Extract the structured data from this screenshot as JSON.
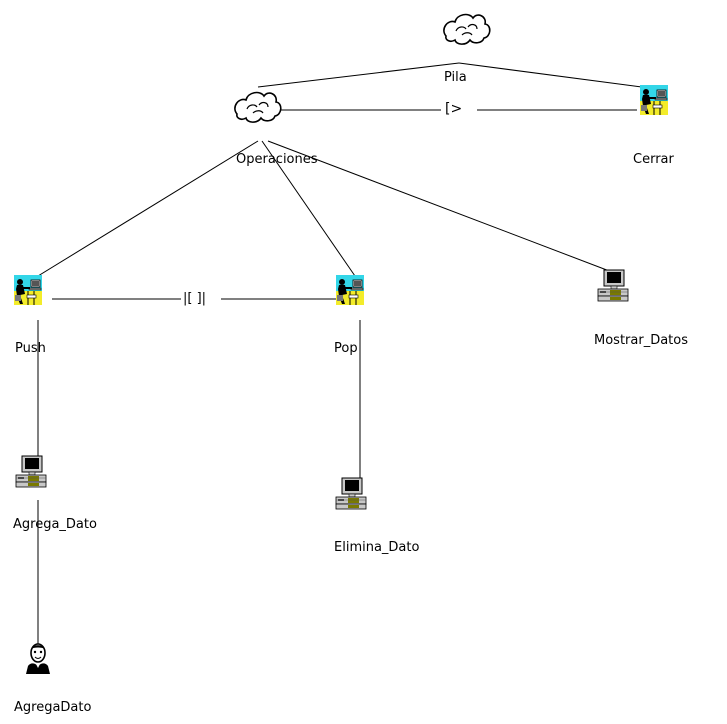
{
  "diagram": {
    "nodes": {
      "pila": {
        "label": "Pila",
        "icon": "cloud-icon"
      },
      "operaciones": {
        "label": "Operaciones",
        "icon": "cloud-icon"
      },
      "cerrar": {
        "label": "Cerrar",
        "icon": "user-at-computer-icon"
      },
      "push": {
        "label": "Push",
        "icon": "user-at-computer-icon"
      },
      "pop": {
        "label": "Pop",
        "icon": "user-at-computer-icon"
      },
      "mostrar_datos": {
        "label": "Mostrar_Datos",
        "icon": "computer-icon"
      },
      "agrega_dato": {
        "label": "Agrega_Dato",
        "icon": "computer-icon"
      },
      "elimina_dato": {
        "label": "Elimina_Dato",
        "icon": "computer-icon"
      },
      "agregadato": {
        "label": "AgregaDato",
        "icon": "person-icon"
      }
    },
    "operators": {
      "disabling": "[>",
      "concurrency": "|[ ]|"
    },
    "colors": {
      "line": "#000000",
      "icon_sky": "#33d6e8",
      "icon_floor": "#f3ec2a",
      "monitor_frame": "#c8c8c8"
    }
  }
}
